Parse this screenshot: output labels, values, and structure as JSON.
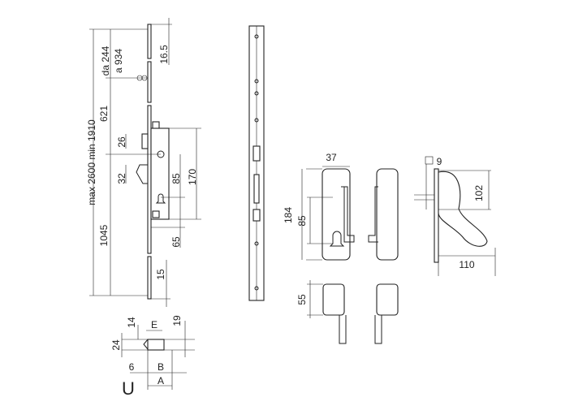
{
  "title": "Multipoint lock with panic handle - technical drawing",
  "lock_dimensions": {
    "total": "max 2600 min 1910",
    "upper_from": "da 244",
    "upper_to": "a 934",
    "upper_rod": "621",
    "lower_rod": "1045",
    "top_end": "16.5",
    "bottom_end": "15",
    "deadbolt": "26",
    "latch": "32",
    "center_distance": "85",
    "body_height": "170",
    "cylinder_offset": "65"
  },
  "section_u": {
    "label": "U",
    "dim_14": "14",
    "dim_24": "24",
    "dim_19": "19",
    "dim_6": "6",
    "dim_E": "E",
    "dim_B": "B",
    "dim_A": "A"
  },
  "handle_dimensions": {
    "width": "37",
    "height": "184",
    "center_distance": "85",
    "square": "9",
    "projection": "102",
    "depth": "110",
    "knob_height": "55"
  }
}
